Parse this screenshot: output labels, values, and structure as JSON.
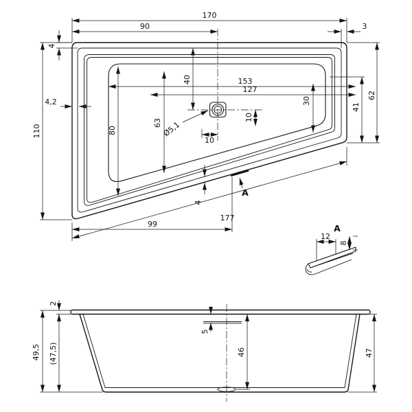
{
  "drawing": {
    "plan": {
      "width_total": "170",
      "width_to_drain": "90",
      "rim_right": "3",
      "rim_top": "4",
      "height_total": "110",
      "rim_left": "4,2",
      "drain_from_top": "40",
      "basin_len_1": "153",
      "basin_len_2": "127",
      "basin_right_h": "30",
      "inner_right_h": "41",
      "height_right": "62",
      "basin_left_h": "80",
      "basin_mid_h": "63",
      "drain_dia": "Ø5,1",
      "drain_off_v": "10",
      "drain_off_h": "10",
      "rim_bottom": "4",
      "bottom_run": "99",
      "edge_len": "177",
      "section_label": "A"
    },
    "detail": {
      "label": "A",
      "width": "12",
      "height": "8"
    },
    "side": {
      "rim_thickness": "2",
      "height_total": "49,5",
      "height_inner": "(47,5)",
      "overflow": "5",
      "depth": "46",
      "height_right": "47"
    }
  }
}
